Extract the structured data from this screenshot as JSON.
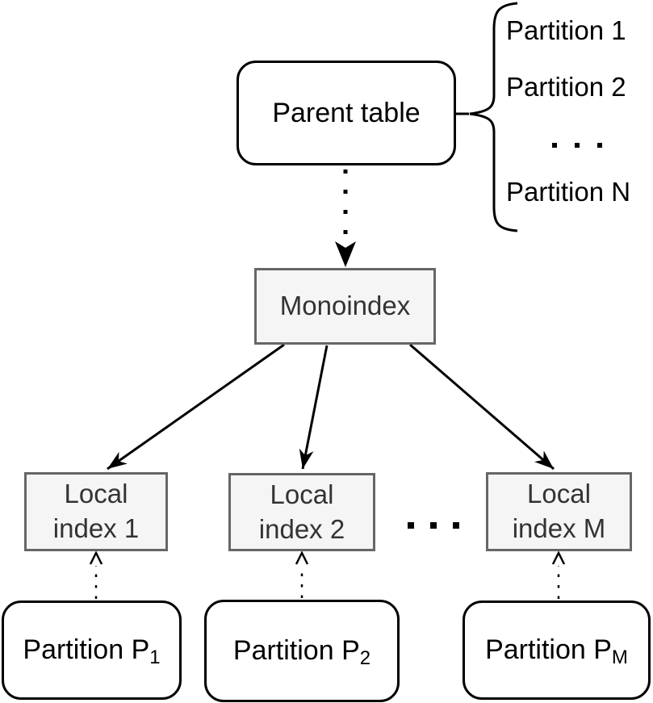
{
  "diagram": {
    "parent_table": {
      "label": "Parent table"
    },
    "partition_list": {
      "item1": "Partition 1",
      "item2": "Partition 2",
      "ellipsis": "...",
      "itemN": "Partition N"
    },
    "monoindex": {
      "label": "Monoindex"
    },
    "local_index_row": {
      "index1": {
        "line1": "Local",
        "line2": "index 1"
      },
      "index2": {
        "line1": "Local",
        "line2": "index 2"
      },
      "ellipsis": "...",
      "indexM": {
        "line1": "Local",
        "line2": "index M"
      }
    },
    "partition_row": {
      "p1": {
        "label": "Partition P",
        "sub": "1"
      },
      "p2": {
        "label": "Partition P",
        "sub": "2"
      },
      "pM": {
        "label": "Partition P",
        "sub": "M"
      }
    },
    "colors": {
      "node_fill_gray": "#f5f5f5",
      "node_border_gray": "#666666",
      "node_border_black": "#000000",
      "line_color": "#000000",
      "text_dark": "#333333",
      "background": "#ffffff"
    }
  }
}
